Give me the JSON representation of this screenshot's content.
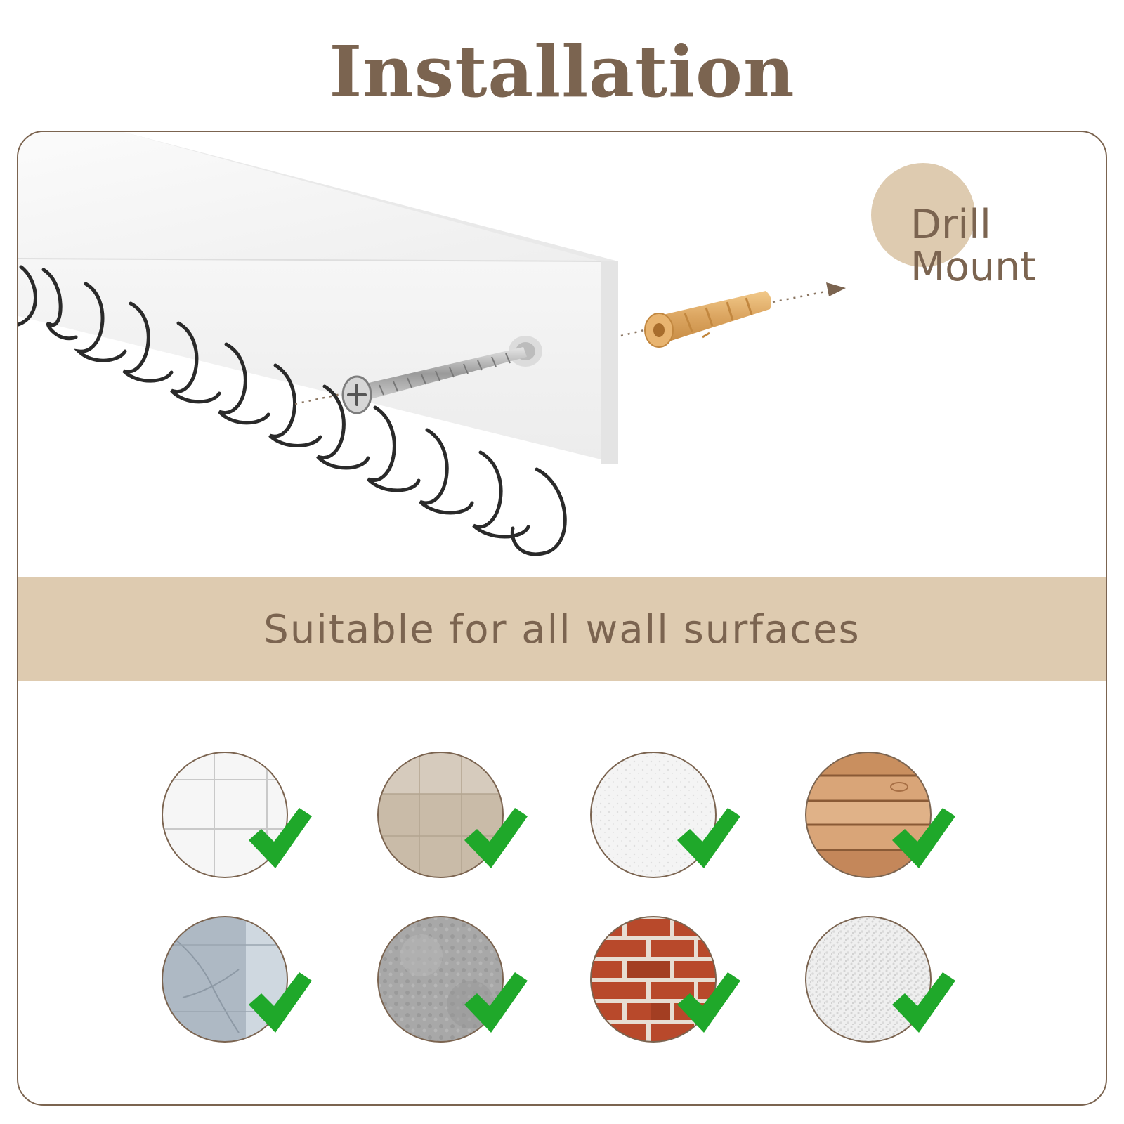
{
  "header": {
    "title": "Installation"
  },
  "install": {
    "step_line1": "Drill",
    "step_line2": "Mount",
    "accent_circle_color": "#decbb0",
    "text_color": "#7b6450"
  },
  "banner": {
    "text": "Suitable for all wall surfaces",
    "color": "#decbb0"
  },
  "surfaces": {
    "check_color": "#1fa82a",
    "items": [
      {
        "icon": "ceramic-tile-icon",
        "approved": true
      },
      {
        "icon": "beige-tile-icon",
        "approved": true
      },
      {
        "icon": "white-plaster-icon",
        "approved": true
      },
      {
        "icon": "wood-plank-icon",
        "approved": true
      },
      {
        "icon": "marble-stone-icon",
        "approved": true
      },
      {
        "icon": "concrete-icon",
        "approved": true
      },
      {
        "icon": "red-brick-icon",
        "approved": true
      },
      {
        "icon": "textured-stucco-icon",
        "approved": true
      }
    ]
  }
}
